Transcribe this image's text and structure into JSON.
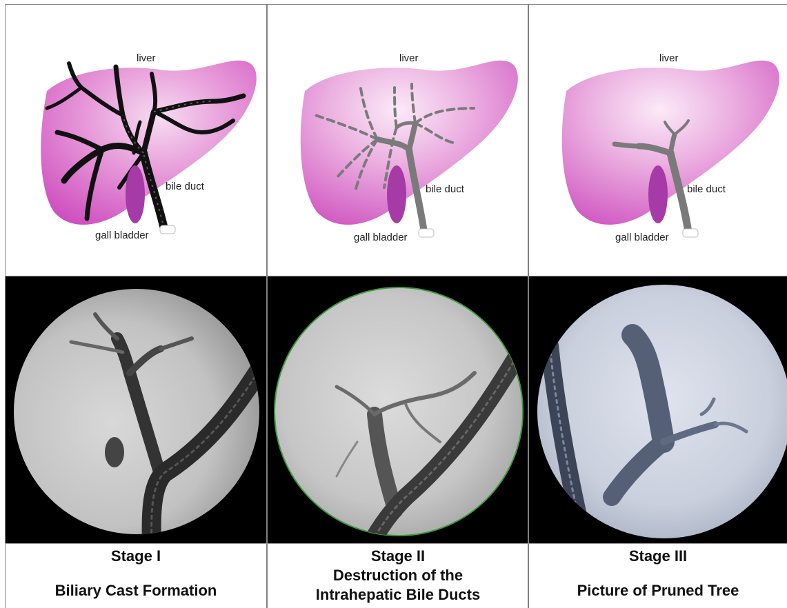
{
  "panels": [
    {
      "labels": {
        "liver": "liver",
        "bile_duct": "bile duct",
        "gall_bladder": "gall bladder"
      },
      "stage": "Stage I",
      "caption": "Biliary Cast Formation"
    },
    {
      "labels": {
        "liver": "liver",
        "bile_duct": "bile duct",
        "gall_bladder": "gall bladder"
      },
      "stage": "Stage II",
      "caption_line1": "Destruction of the",
      "caption_line2": "Intrahepatic Bile Ducts"
    },
    {
      "labels": {
        "liver": "liver",
        "bile_duct": "bile duct",
        "gall_bladder": "gall bladder"
      },
      "stage": "Stage III",
      "caption": "Picture of Pruned Tree"
    }
  ],
  "colors": {
    "liver_pink": "#d35bc6",
    "liver_highlight": "#f4d3ee",
    "gall_bladder": "#a63aa6",
    "duct_dark": "#111111",
    "duct_gray": "#7a7a7a",
    "xray_background": "#000000",
    "xray_circle_border_stage2": "#3c9a3c"
  }
}
